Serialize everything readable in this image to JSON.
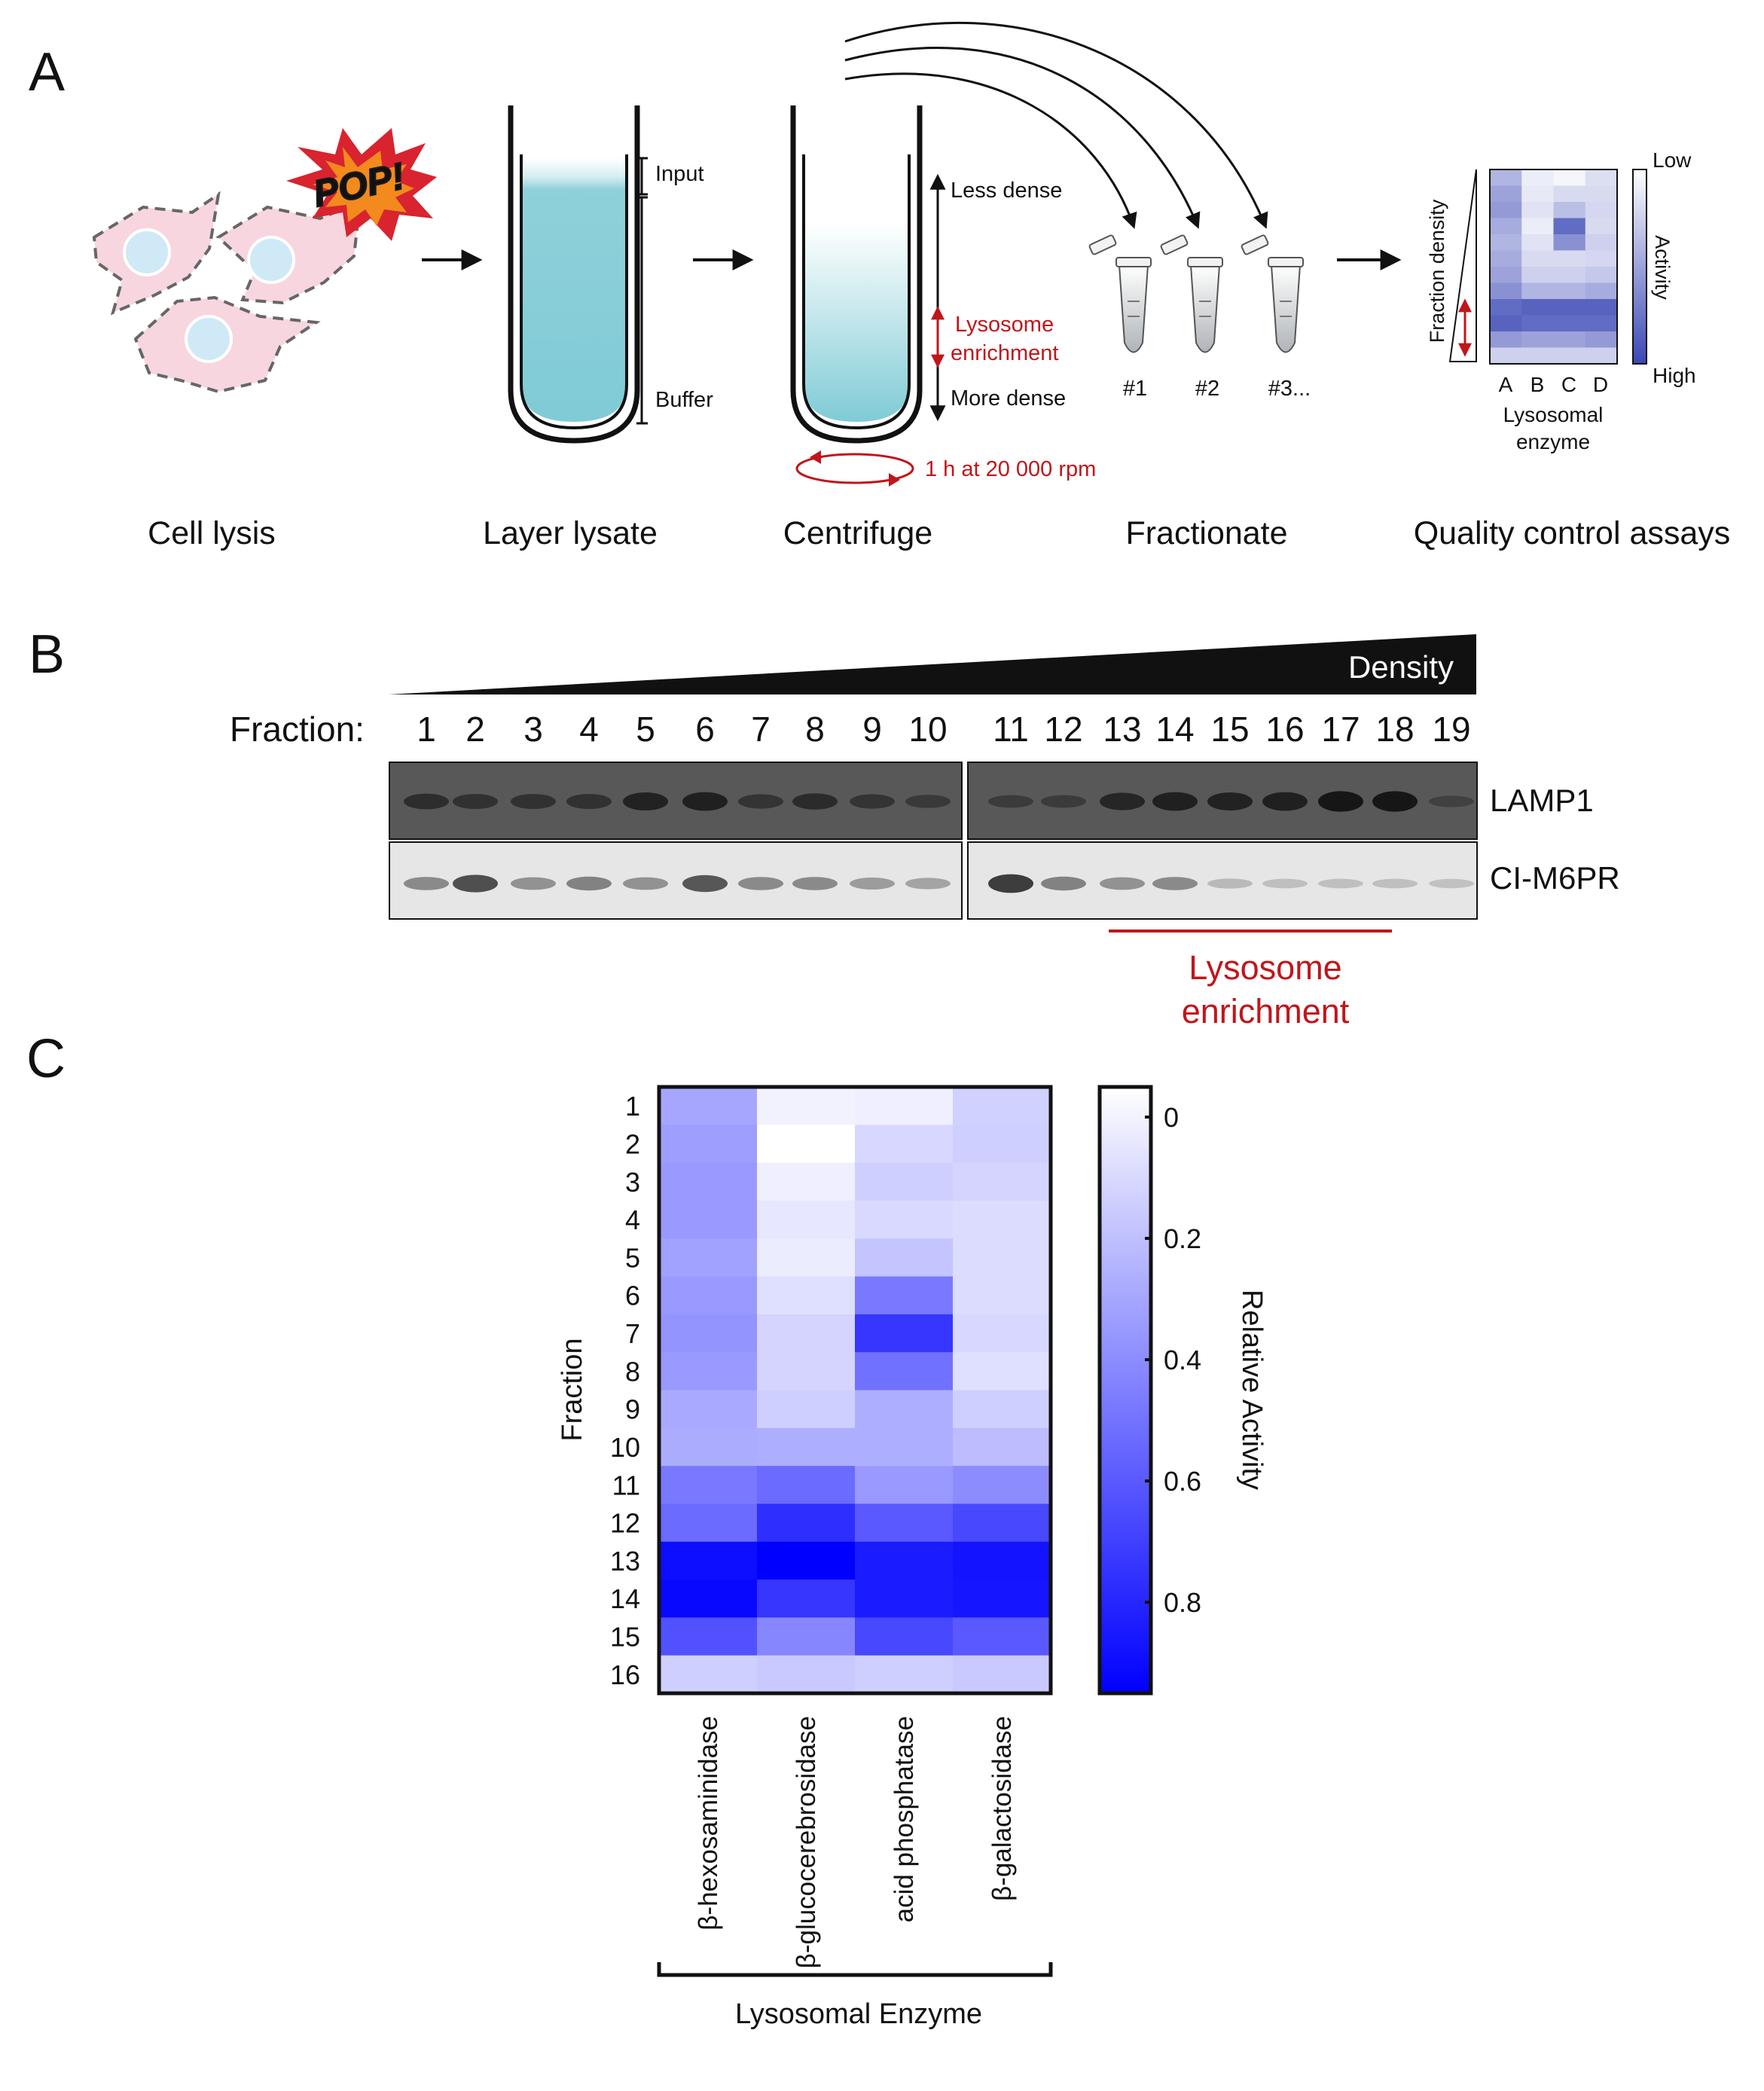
{
  "panels": {
    "a": "A",
    "b": "B",
    "c": "C"
  },
  "colors": {
    "accent_red": "#c0161b",
    "tube_liquid": "#7fcbd6",
    "cell_pink": "#f7d6df",
    "nucleus": "#cfeaf6",
    "heat_low": "#ffffff",
    "heat_high": "#0000ff",
    "qc_high": "#3a47b5"
  },
  "panel_a": {
    "pop_text": "POP!",
    "tube_labels": {
      "input": "Input",
      "buffer": "Buffer"
    },
    "centrifuge_labels": {
      "less_dense": "Less dense",
      "lysosome": "Lysosome",
      "enrichment": "enrichment",
      "more_dense": "More dense",
      "spin": "1 h at 20 000 rpm"
    },
    "fractions": [
      "#1",
      "#2",
      "#3..."
    ],
    "qc": {
      "yaxis": "Fraction density",
      "columns": [
        "A",
        "B",
        "C",
        "D"
      ],
      "xlabel_1": "Lysosomal",
      "xlabel_2": "enzyme",
      "scale_low": "Low",
      "scale_mid": "Activity",
      "scale_high": "High",
      "values": [
        [
          0.4,
          0.1,
          0.05,
          0.18
        ],
        [
          0.5,
          0.12,
          0.2,
          0.2
        ],
        [
          0.55,
          0.15,
          0.35,
          0.22
        ],
        [
          0.45,
          0.1,
          0.8,
          0.2
        ],
        [
          0.4,
          0.15,
          0.6,
          0.25
        ],
        [
          0.45,
          0.2,
          0.2,
          0.22
        ],
        [
          0.5,
          0.25,
          0.25,
          0.3
        ],
        [
          0.6,
          0.4,
          0.4,
          0.45
        ],
        [
          0.8,
          0.85,
          0.85,
          0.85
        ],
        [
          0.85,
          0.8,
          0.8,
          0.8
        ],
        [
          0.55,
          0.5,
          0.5,
          0.55
        ],
        [
          0.25,
          0.25,
          0.25,
          0.25
        ]
      ]
    },
    "steps": [
      "Cell lysis",
      "Layer lysate",
      "Centrifuge",
      "Fractionate",
      "Quality control assays"
    ]
  },
  "panel_b": {
    "density_label": "Density",
    "fraction_label": "Fraction:",
    "fractions": [
      "1",
      "2",
      "3",
      "4",
      "5",
      "6",
      "7",
      "8",
      "9",
      "10",
      "11",
      "12",
      "13",
      "14",
      "15",
      "16",
      "17",
      "18",
      "19"
    ],
    "blots": [
      {
        "name": "LAMP1",
        "intensity": [
          0.55,
          0.5,
          0.5,
          0.5,
          0.75,
          0.8,
          0.45,
          0.6,
          0.45,
          0.35,
          0.3,
          0.3,
          0.7,
          0.8,
          0.75,
          0.8,
          0.95,
          0.95,
          0.2
        ]
      },
      {
        "name": "CI-M6PR",
        "intensity": [
          0.35,
          0.7,
          0.3,
          0.4,
          0.3,
          0.65,
          0.35,
          0.35,
          0.25,
          0.2,
          0.8,
          0.4,
          0.3,
          0.35,
          0.08,
          0.05,
          0.05,
          0.05,
          0.03
        ]
      }
    ],
    "enrichment": [
      "Lysosome",
      "enrichment"
    ]
  },
  "chart_data": {
    "type": "heatmap",
    "y_categories": [
      "1",
      "2",
      "3",
      "4",
      "5",
      "6",
      "7",
      "8",
      "9",
      "10",
      "11",
      "12",
      "13",
      "14",
      "15",
      "16"
    ],
    "x_categories": [
      "β-hexosaminidase",
      "β-glucocerebrosidase",
      "acid phosphatase",
      "β-galactosidase"
    ],
    "ylabel": "Fraction",
    "xlabel": "Lysosomal Enzyme",
    "colorbar_label": "Relative Activity",
    "colorbar_ticks": [
      "0",
      "0.2",
      "0.4",
      "0.6",
      "0.8"
    ],
    "colorbar_range": [
      0,
      0.95
    ],
    "values": [
      [
        0.33,
        0.05,
        0.06,
        0.17
      ],
      [
        0.36,
        0.0,
        0.15,
        0.18
      ],
      [
        0.38,
        0.06,
        0.18,
        0.16
      ],
      [
        0.38,
        0.09,
        0.14,
        0.13
      ],
      [
        0.35,
        0.07,
        0.22,
        0.13
      ],
      [
        0.38,
        0.12,
        0.5,
        0.13
      ],
      [
        0.4,
        0.16,
        0.75,
        0.15
      ],
      [
        0.38,
        0.16,
        0.53,
        0.12
      ],
      [
        0.32,
        0.18,
        0.3,
        0.18
      ],
      [
        0.31,
        0.3,
        0.3,
        0.25
      ],
      [
        0.5,
        0.55,
        0.38,
        0.43
      ],
      [
        0.55,
        0.78,
        0.62,
        0.68
      ],
      [
        0.9,
        0.95,
        0.85,
        0.88
      ],
      [
        0.92,
        0.75,
        0.85,
        0.87
      ],
      [
        0.65,
        0.45,
        0.68,
        0.62
      ],
      [
        0.18,
        0.2,
        0.18,
        0.2
      ]
    ]
  }
}
